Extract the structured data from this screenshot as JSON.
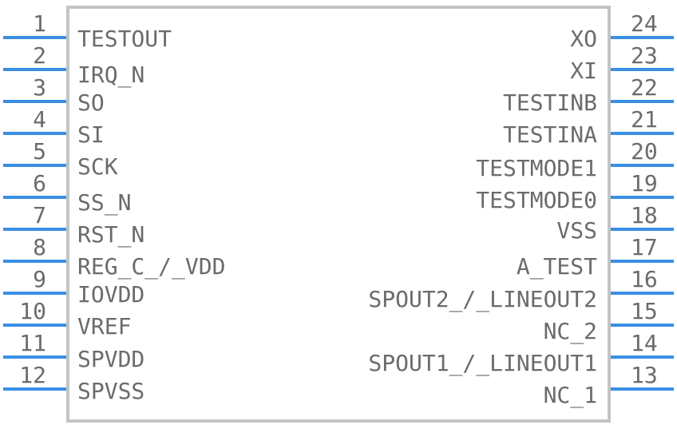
{
  "colors": {
    "pin": "#3b8fe3",
    "body_outline": "#c4c4c4",
    "text": "#6b6b6b",
    "background": "#ffffff"
  },
  "pins": {
    "left": [
      {
        "num": "1",
        "label": "TESTOUT"
      },
      {
        "num": "2",
        "label": "IRQ_N"
      },
      {
        "num": "3",
        "label": "SO"
      },
      {
        "num": "4",
        "label": "SI"
      },
      {
        "num": "5",
        "label": "SCK"
      },
      {
        "num": "6",
        "label": "SS_N"
      },
      {
        "num": "7",
        "label": "RST_N"
      },
      {
        "num": "8",
        "label": "REG_C_/_VDD"
      },
      {
        "num": "9",
        "label": "IOVDD"
      },
      {
        "num": "10",
        "label": "VREF"
      },
      {
        "num": "11",
        "label": "SPVDD"
      },
      {
        "num": "12",
        "label": "SPVSS"
      }
    ],
    "right": [
      {
        "num": "24",
        "label": "XO"
      },
      {
        "num": "23",
        "label": "XI"
      },
      {
        "num": "22",
        "label": "TESTINB"
      },
      {
        "num": "21",
        "label": "TESTINA"
      },
      {
        "num": "20",
        "label": "TESTMODE1"
      },
      {
        "num": "19",
        "label": "TESTMODE0"
      },
      {
        "num": "18",
        "label": "VSS"
      },
      {
        "num": "17",
        "label": "A_TEST"
      },
      {
        "num": "16",
        "label": "SPOUT2_/_LINEOUT2"
      },
      {
        "num": "15",
        "label": "NC_2"
      },
      {
        "num": "14",
        "label": "SPOUT1_/_LINEOUT1"
      },
      {
        "num": "13",
        "label": "NC_1"
      }
    ]
  }
}
